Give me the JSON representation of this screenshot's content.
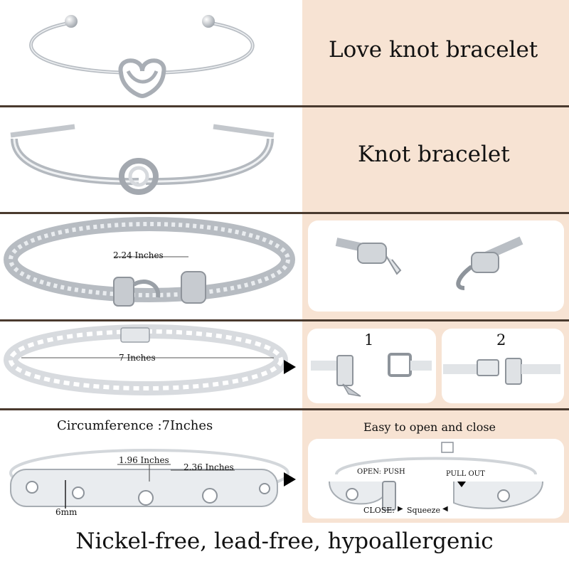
{
  "rows": {
    "love_knot": {
      "label": "Love knot bracelet"
    },
    "knot": {
      "label": "Knot bracelet"
    },
    "cable": {
      "measurement": "2.24 Inches"
    },
    "tennis": {
      "measurement": "7 Inches",
      "step1": "1",
      "step2": "2"
    },
    "bangle": {
      "circumference": "Circumference :7Inches",
      "inner_diameter": "1.96 Inches",
      "outer_width": "2.36 Inches",
      "thickness": "6mm",
      "open_close": "Easy to open and close",
      "open_label": "OPEN: PUSH",
      "pull_label": "PULL OUT",
      "close_label": "CLOSE:",
      "squeeze_label": "Squeeze"
    }
  },
  "footer": {
    "text": "Nickel-free, lead-free, hypoallergenic"
  },
  "colors": {
    "panel": "#f7e3d3",
    "divider": "#4a3a2e",
    "silver": "#c9cdd2"
  },
  "icons": [
    "arrow-right-icon",
    "arrow-right-icon"
  ]
}
